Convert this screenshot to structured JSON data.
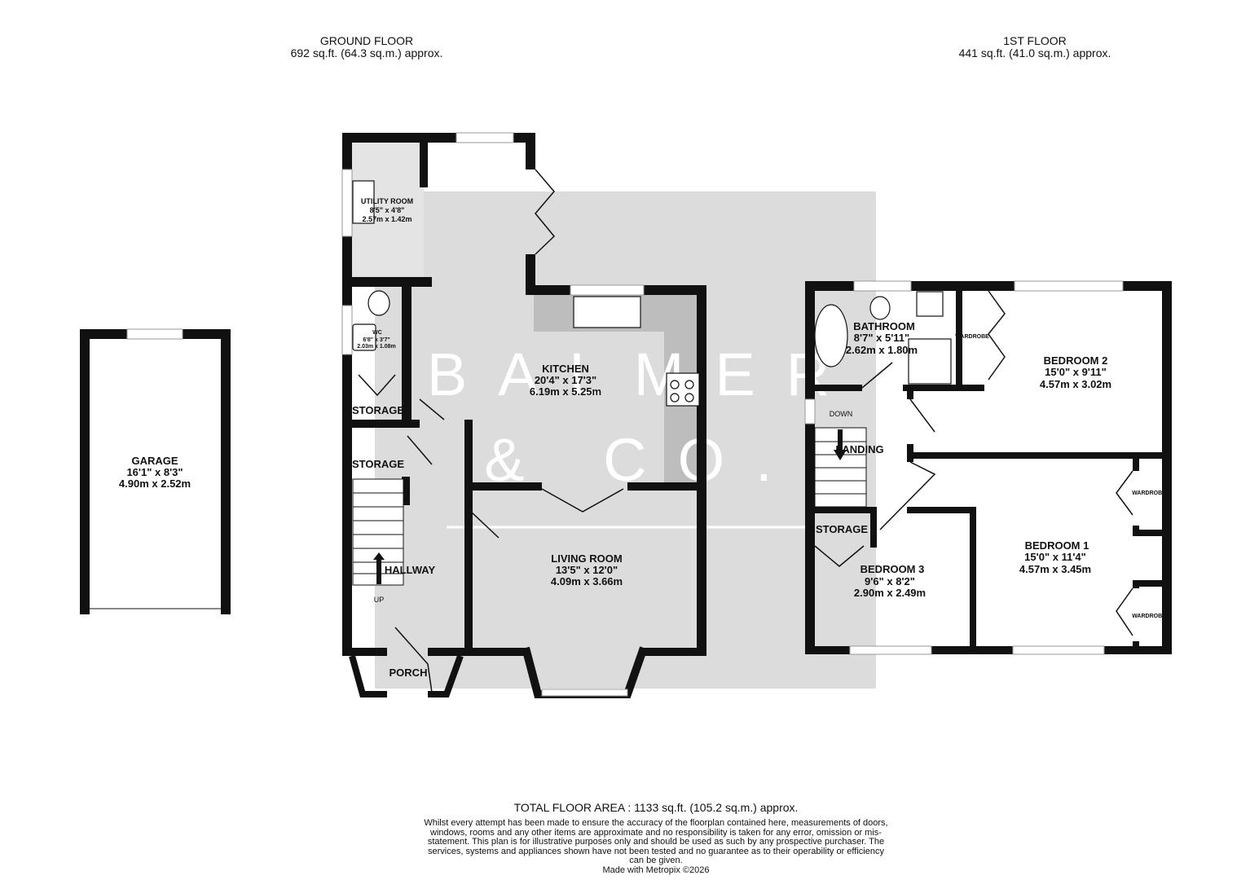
{
  "ground_floor": {
    "title": "GROUND FLOOR",
    "area": "692 sq.ft. (64.3 sq.m.) approx."
  },
  "first_floor": {
    "title": "1ST FLOOR",
    "area": "441 sq.ft. (41.0 sq.m.) approx."
  },
  "watermark": {
    "line1": "BALMER",
    "line2": "& CO."
  },
  "rooms": {
    "garage": {
      "name": "GARAGE",
      "imperial": "16'1\"  x 8'3\"",
      "metric": "4.90m  x 2.52m"
    },
    "utility": {
      "name": "UTILITY ROOM",
      "imperial": "8'5\"  x 4'8\"",
      "metric": "2.57m  x 1.42m"
    },
    "wc": {
      "name": "WC",
      "imperial": "6'8\"  x 3'7\"",
      "metric": "2.03m  x 1.08m"
    },
    "storage_upper": {
      "name": "STORAGE"
    },
    "storage_lower": {
      "name": "STORAGE"
    },
    "kitchen": {
      "name": "KITCHEN",
      "imperial": "20'4\"  x 17'3\"",
      "metric": "6.19m  x 5.25m"
    },
    "hallway": {
      "name": "HALLWAY",
      "stairs": "UP"
    },
    "living": {
      "name": "LIVING ROOM",
      "imperial": "13'5\"  x 12'0\"",
      "metric": "4.09m  x 3.66m"
    },
    "porch": {
      "name": "PORCH"
    },
    "bathroom": {
      "name": "BATHROOM",
      "imperial": "8'7\"  x 5'11\"",
      "metric": "2.62m  x 1.80m"
    },
    "bedroom2": {
      "name": "BEDROOM 2",
      "imperial": "15'0\"  x 9'11\"",
      "metric": "4.57m  x 3.02m",
      "wardrobe": "WARDROBE"
    },
    "landing": {
      "name": "LANDING",
      "stairs": "DOWN"
    },
    "storage_first": {
      "name": "STORAGE"
    },
    "bedroom3": {
      "name": "BEDROOM 3",
      "imperial": "9'6\"  x 8'2\"",
      "metric": "2.90m  x 2.49m"
    },
    "bedroom1": {
      "name": "BEDROOM 1",
      "imperial": "15'0\"  x 11'4\"",
      "metric": "4.57m  x 3.45m",
      "wardrobe_a": "WARDROBE",
      "wardrobe_b": "WARDROBE"
    }
  },
  "footer": {
    "total": "TOTAL FLOOR AREA : 1133 sq.ft. (105.2 sq.m.) approx.",
    "disclaimer": "Whilst every attempt has been made to ensure the accuracy of the floorplan contained here, measurements of doors, windows, rooms and any other items are approximate and no responsibility is taken for any error, omission or mis-statement. This plan is for illustrative purposes only and should be used as such by any prospective purchaser. The services, systems and appliances shown have not been tested and no guarantee as to their operability or efficiency can be given.",
    "made_with": "Made with Metropix ©2026"
  }
}
